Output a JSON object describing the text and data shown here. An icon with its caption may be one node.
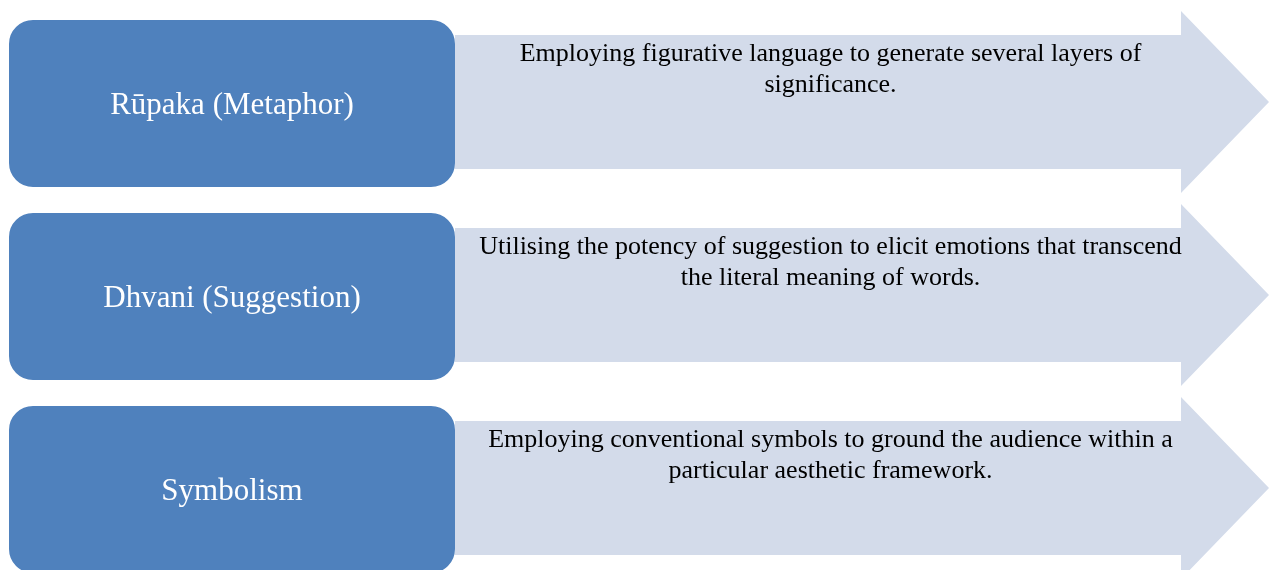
{
  "diagram": {
    "nodes": [
      {
        "text": [
          "Rūpaka (Metaphor)"
        ]
      },
      {
        "text": [
          "Employing figurative language to generate several layers of significance."
        ]
      },
      {
        "text": [
          "Dhvani (Suggestion)"
        ]
      },
      {
        "text": [
          "Utilising the potency of suggestion to elicit emotions that transcend the literal meaning of words."
        ]
      },
      {
        "text": [
          "Symbolism"
        ]
      },
      {
        "text": [
          "Employing conventional symbols to ground the audience within a particular aesthetic framework."
        ]
      }
    ],
    "edges": []
  }
}
